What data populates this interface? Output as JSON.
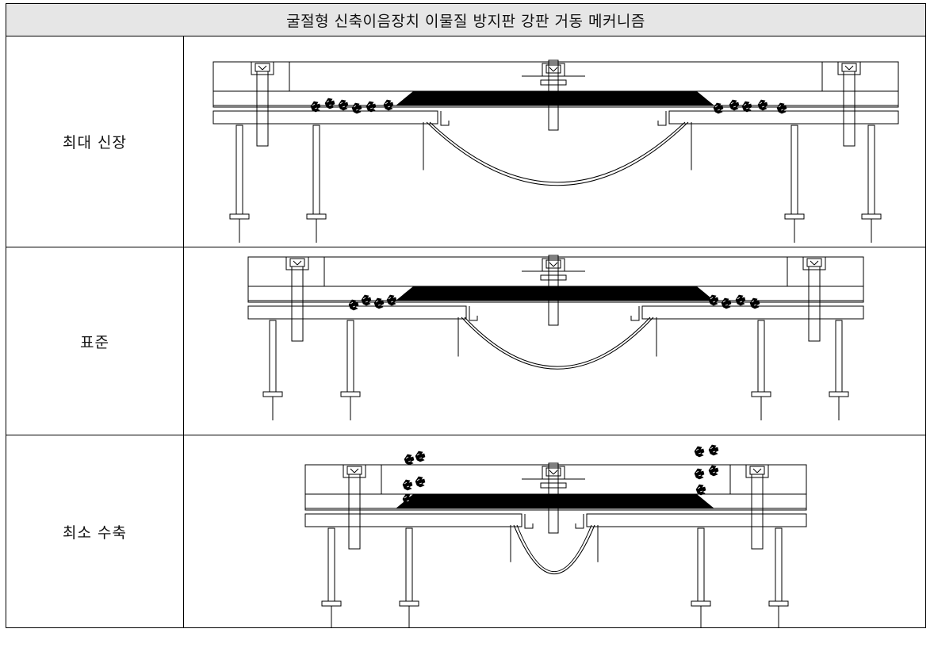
{
  "title": "굴절형 신축이음장치 이물질 방지판 강판 거동 메커니즘",
  "rows": [
    {
      "label": "최대 신장",
      "state": "max-extension"
    },
    {
      "label": "표준",
      "state": "standard"
    },
    {
      "label": "최소 수축",
      "state": "min-contraction"
    }
  ],
  "colors": {
    "line": "#000000",
    "header_bg": "#e6e6e6",
    "fill": "#000000"
  },
  "icons": [
    "debris-icon",
    "bolt-icon",
    "anchor-bar-icon"
  ]
}
